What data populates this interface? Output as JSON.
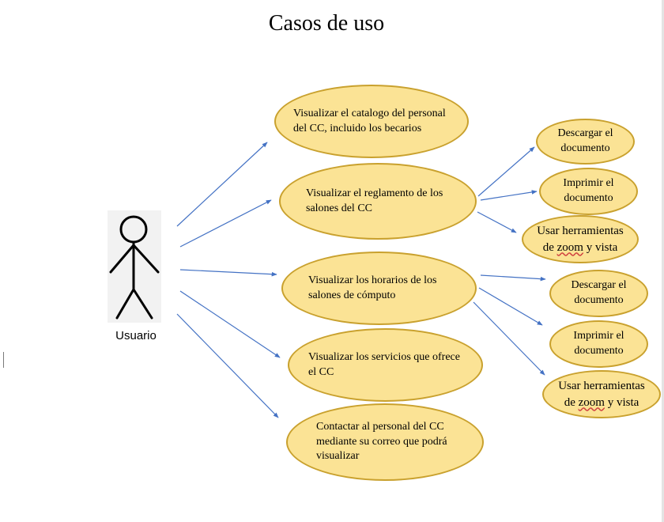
{
  "diagram": {
    "title": "Casos de uso",
    "actor": {
      "label": "Usuario",
      "icon": "stick-figure-icon"
    },
    "use_cases": [
      {
        "id": "uc1",
        "text": "Visualizar el catalogo del personal del CC, incluido los becarios"
      },
      {
        "id": "uc2",
        "text": "Visualizar el reglamento de los salones del CC"
      },
      {
        "id": "uc3",
        "text": "Visualizar los horarios de los salones de cómputo"
      },
      {
        "id": "uc4",
        "text": "Visualizar los servicios que ofrece el CC"
      },
      {
        "id": "uc5",
        "text": "Contactar al personal del CC mediante su correo que podrá visualizar"
      }
    ],
    "reglamento_actions": [
      {
        "text": "Descargar el documento"
      },
      {
        "text": "Imprimir el documento"
      },
      {
        "line1": "Usar herramientas",
        "line2_pre": "de ",
        "line2_word": "zoom",
        "line2_post": " y vista"
      }
    ],
    "horarios_actions": [
      {
        "text": "Descargar el documento"
      },
      {
        "text": "Imprimir el documento"
      },
      {
        "line1": "Usar herramientas",
        "line2_pre": "de ",
        "line2_word": "zoom",
        "line2_post": " y vista"
      }
    ],
    "colors": {
      "ellipse_fill": "#fbe395",
      "ellipse_border": "#c9a12e",
      "arrow": "#4472c4",
      "actor_box": "#f2f2f2"
    }
  }
}
